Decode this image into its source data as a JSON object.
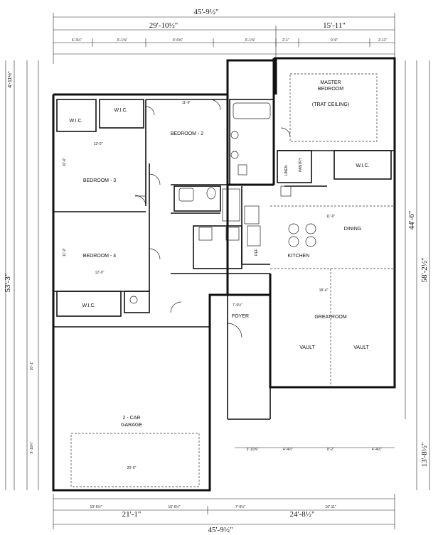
{
  "rooms": {
    "master": "MASTER",
    "master2": "BEDROOM",
    "trat": "(TRAT CEILING)",
    "bedroom2": "BEDROOM - 2",
    "bedroom3": "BEDROOM - 3",
    "bedroom4": "BEDROOM - 4",
    "wic1": "W.I.C.",
    "wic2": "W.I.C.",
    "wic3": "W.I.C.",
    "wic4": "W.I.C.",
    "linen": "LINEN",
    "pantry": "PANTRY",
    "dining": "DINING",
    "kitchen": "KITCHEN",
    "foyer": "FOYER",
    "greatroom": "GREATROOM",
    "vault1": "VAULT",
    "vault2": "VAULT",
    "garage1": "2 - CAR",
    "garage2": "GARAGE",
    "ref": "REF"
  },
  "dims_top": {
    "overall": "45'-9½\"",
    "left": "29'-10½\"",
    "right": "15'-11\"",
    "s1": "6'-3¼\"",
    "s2": "6'-1⅝\"",
    "s3": "9'-6⅝\"",
    "s4": "6'-1⅝\"",
    "s5": "2'-1\"",
    "s6": "0'-9\"",
    "s7": "2'-11\""
  },
  "dims_bottom": {
    "overall": "45'-9½\"",
    "left": "21'-1\"",
    "right": "24'-8½\"",
    "b1": "10'-6½\"",
    "b2": "10'-6½\"",
    "b3": "7'-9½\"",
    "b4": "16'-11\"",
    "g": "20'-6\"",
    "p1": "3'-10⅝\"",
    "p2": "4'-4½\"",
    "p3": "8'-2\"",
    "p4": "4'-4½\""
  },
  "dims_left": {
    "overall": "53'-3\"",
    "top": "4'-11½\"",
    "g1": "10'-1\"",
    "g2": "9'-10¾\""
  },
  "dims_right": {
    "overall": "58'-2½\"",
    "mid": "44'-6\"",
    "low": "13'-8½\""
  },
  "room_dims": {
    "bed2": "11'-0\"",
    "bed3a": "13'-0\"",
    "bed3b": "10'-6\"",
    "bed4a": "12'-0\"",
    "bed4b": "11'-0\"",
    "dining": "11'-0\"",
    "great": "18'-4\"",
    "foyer": "7'-9½\""
  }
}
